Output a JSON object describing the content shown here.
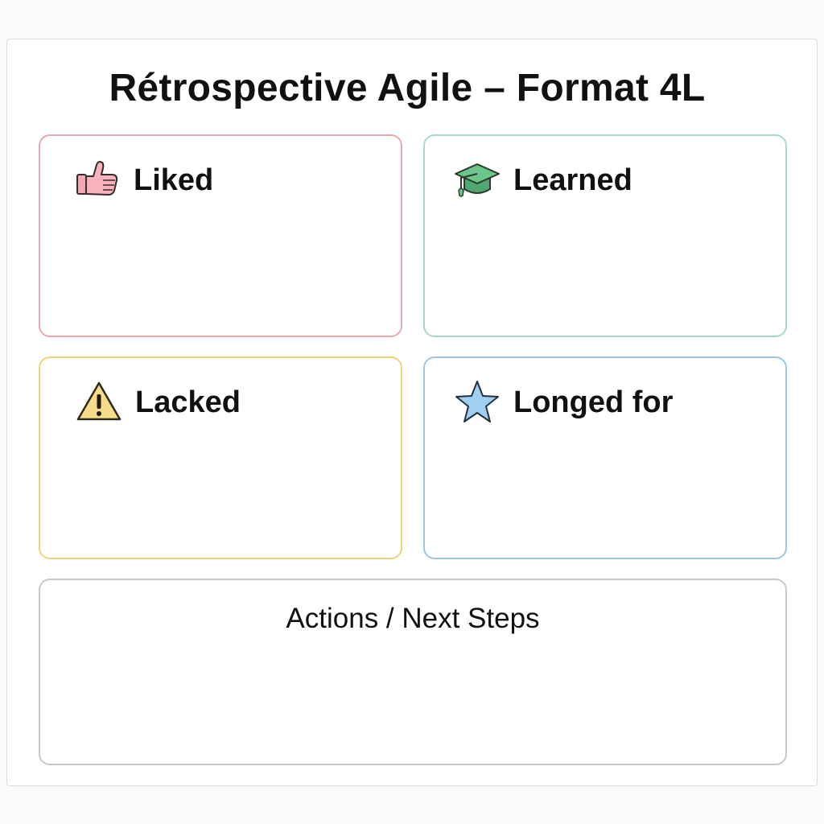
{
  "title": "Rétrospective Agile – Format 4L",
  "cards": {
    "liked": {
      "label": "Liked",
      "icon": "thumbs-up-icon",
      "border_color": "#e8aaae"
    },
    "learned": {
      "label": "Learned",
      "icon": "graduation-cap-icon",
      "border_color": "#a8d8c8"
    },
    "lacked": {
      "label": "Lacked",
      "icon": "warning-icon",
      "border_color": "#f2d27a"
    },
    "longed": {
      "label": "Longed for",
      "icon": "star-icon",
      "border_color": "#9cc6e4"
    }
  },
  "actions": {
    "label": "Actions / Next Steps",
    "border_color": "#c8c8c8"
  }
}
